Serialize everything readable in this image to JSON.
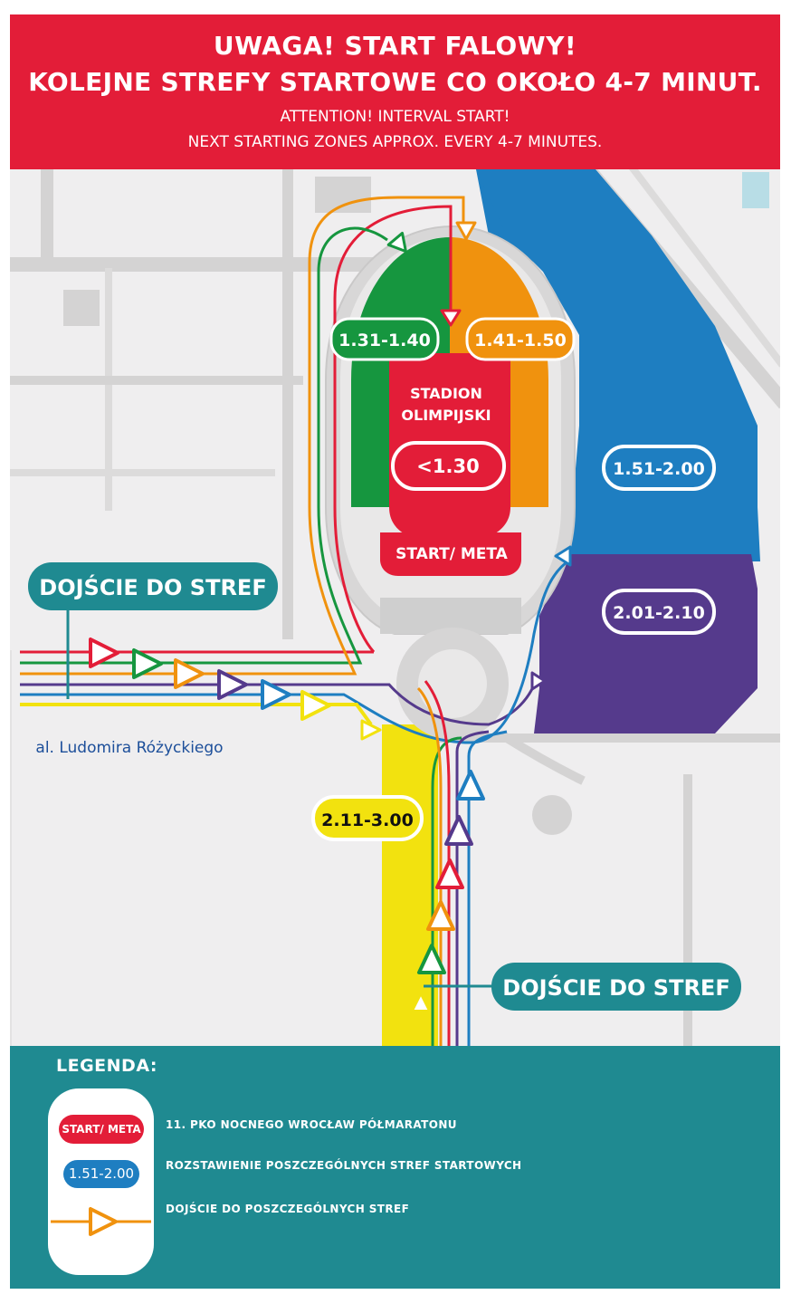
{
  "header": {
    "title_pl_line1": "UWAGA! START FALOWY!",
    "title_pl_line2": "KOLEJNE STREFY STARTOWE CO OKOŁO 4-7 MINUT.",
    "title_en_line1": "ATTENTION! INTERVAL START!",
    "title_en_line2": "NEXT STARTING ZONES APPROX. EVERY 4-7 MINUTES."
  },
  "map": {
    "stadium_name_line1": "STADION",
    "stadium_name_line2": "OLIMPIJSKI",
    "start_meta_label": "START/ META",
    "street_name": "al. Ludomira Różyckiego",
    "access_label_left": "DOJŚCIE DO STREF",
    "access_label_right": "DOJŚCIE DO STREF",
    "zones": [
      {
        "id": "elite",
        "label": "<1.30",
        "color": "#e31d38"
      },
      {
        "id": "green",
        "label": "1.31-1.40",
        "color": "#16963f"
      },
      {
        "id": "orange",
        "label": "1.41-1.50",
        "color": "#f0920e"
      },
      {
        "id": "blue",
        "label": "1.51-2.00",
        "color": "#1e7ec1"
      },
      {
        "id": "purple",
        "label": "2.01-2.10",
        "color": "#553a8c"
      },
      {
        "id": "yellow",
        "label": "2.11-3.00",
        "color": "#f2e20f"
      }
    ],
    "colors": {
      "teal": "#1f8a91",
      "red": "#e31d38",
      "road": "#cfcfcf",
      "background": "#efeeef"
    }
  },
  "legend": {
    "title": "LEGENDA:",
    "start_meta_sample": "START/ META",
    "zone_sample": "1.51-2.00",
    "items": [
      "11. PKO NOCNEGO WROCŁAW PÓŁMARATONU",
      "ROZSTAWIENIE POSZCZEGÓLNYCH STREF STARTOWYCH",
      "DOJŚCIE DO POSZCZEGÓLNYCH STREF"
    ]
  }
}
